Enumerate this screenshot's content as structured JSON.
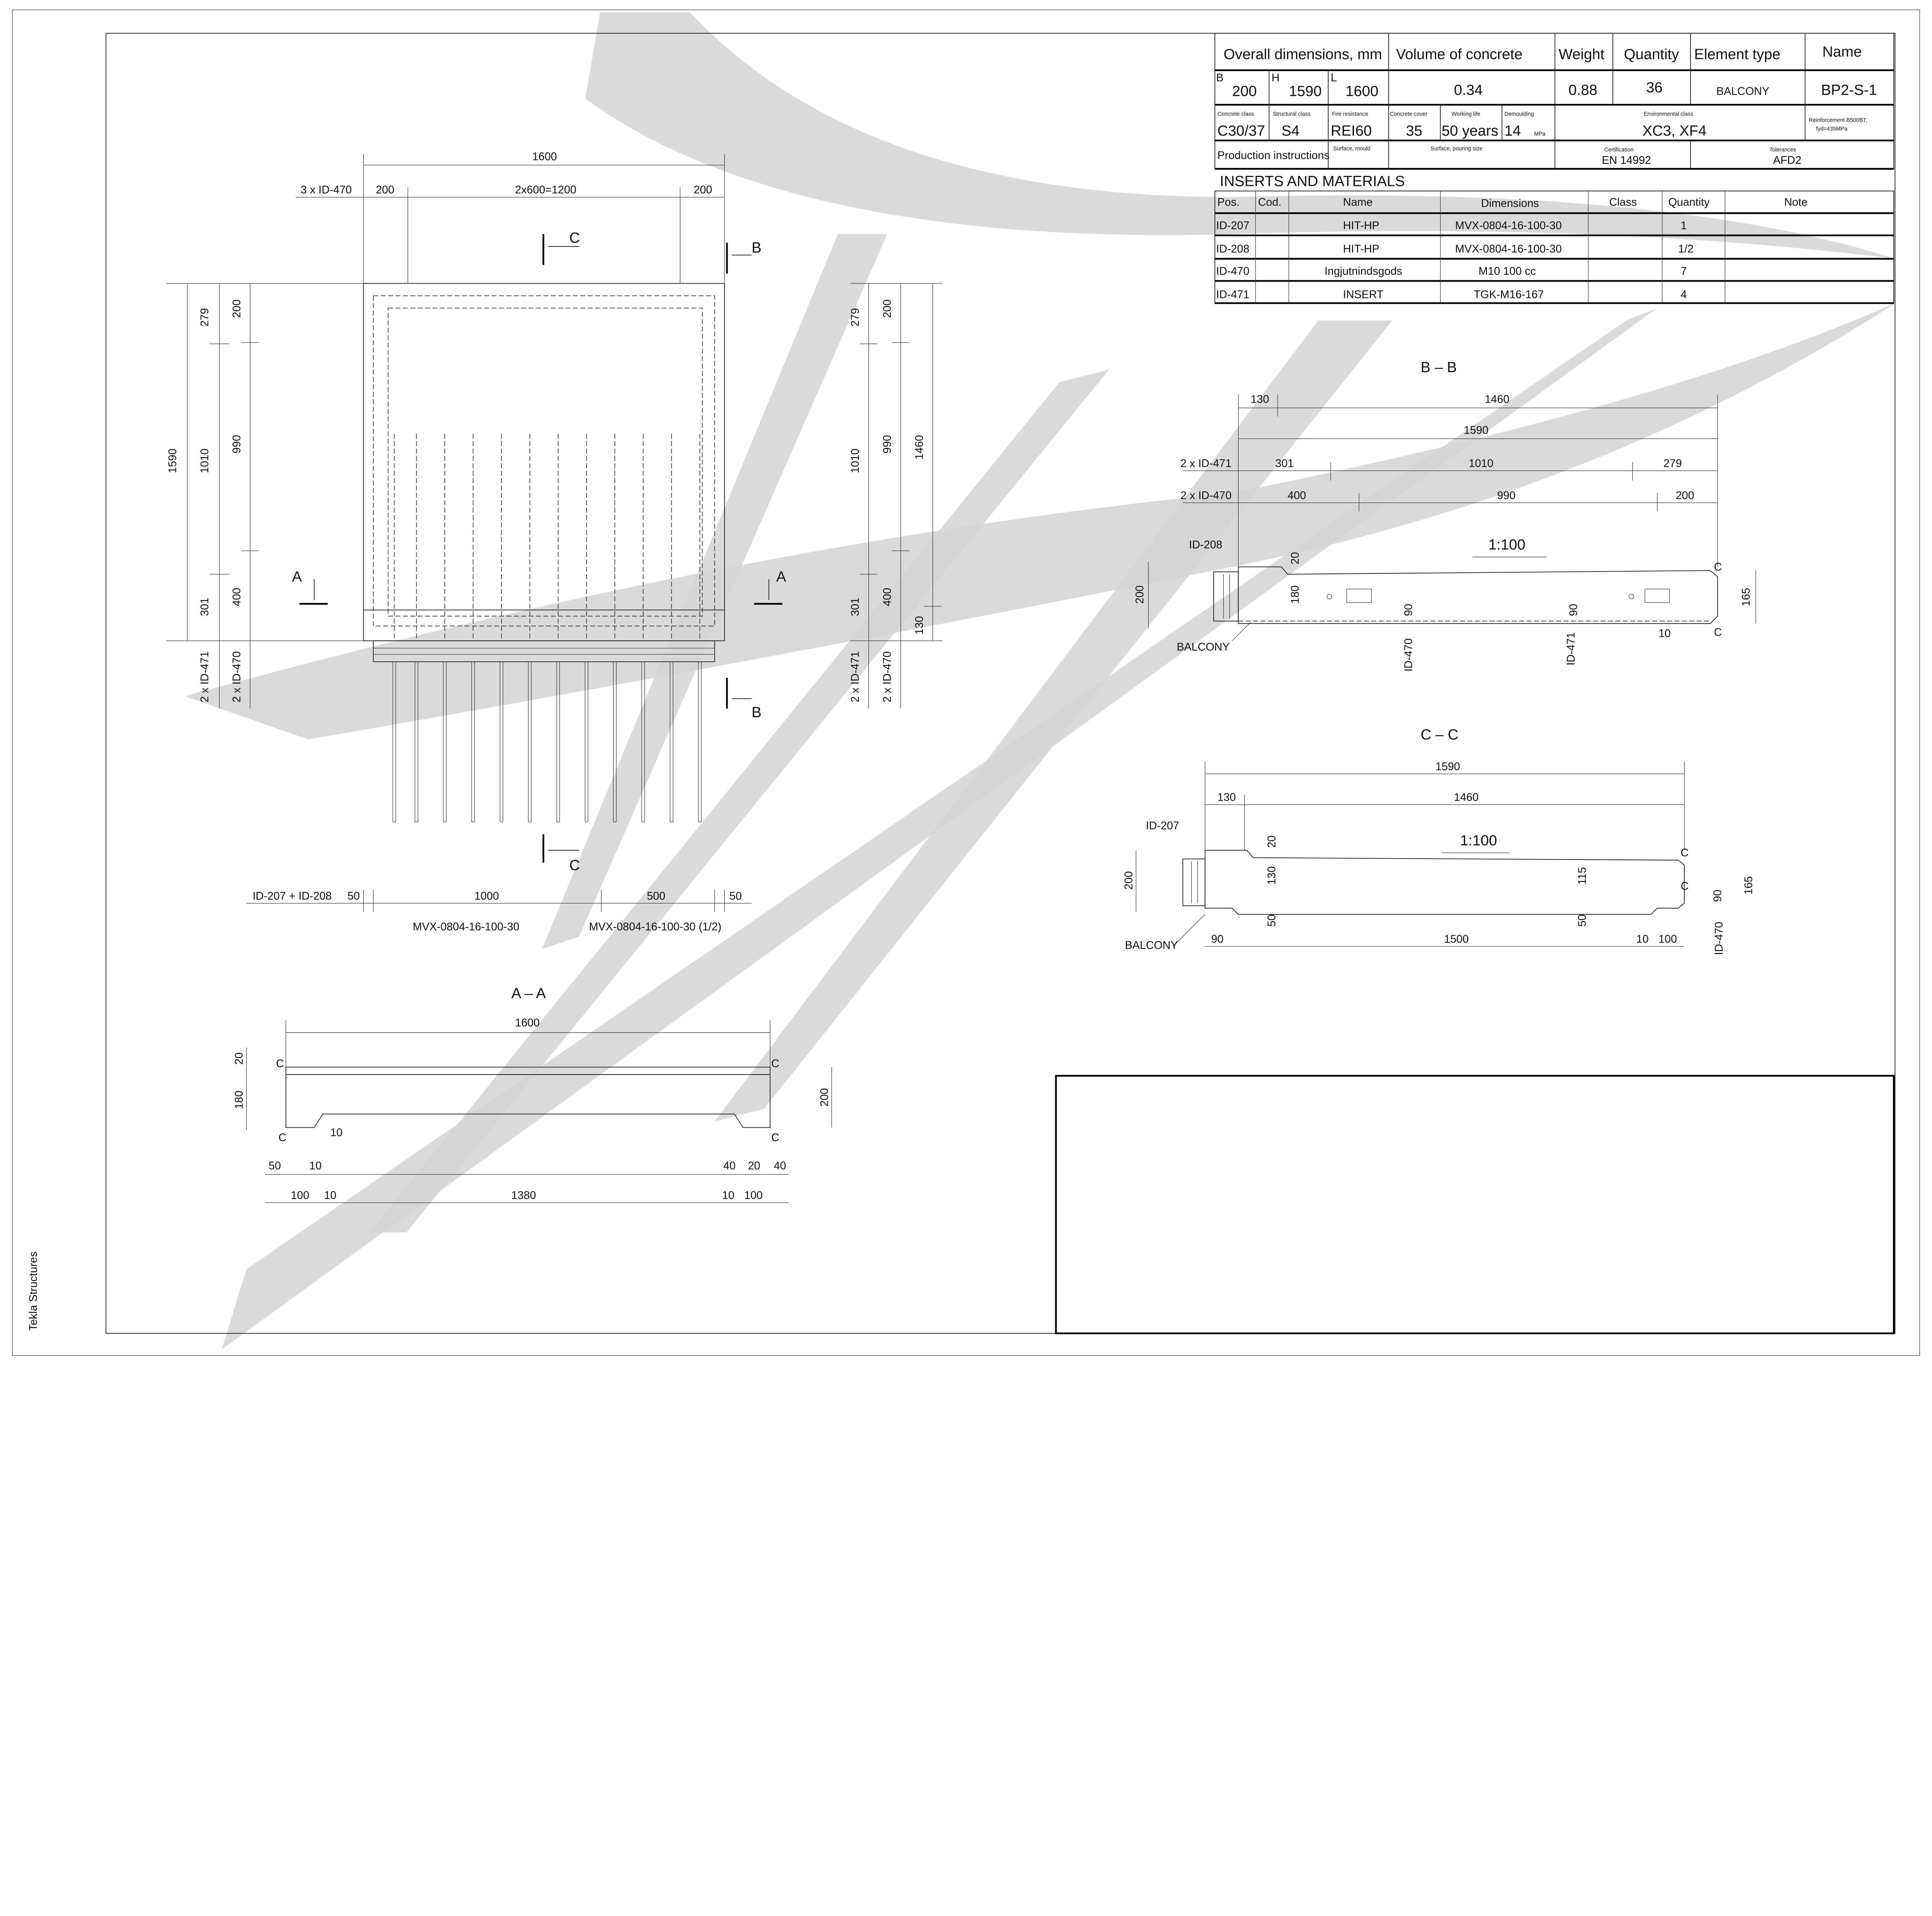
{
  "side_label": "Tekla Structures",
  "title_table": {
    "headers": [
      "Overall dimensions, mm",
      "Volume of concrete",
      "Weight",
      "Quantity",
      "Element type",
      "Name"
    ],
    "dims": {
      "b_label": "B",
      "b": "200",
      "h_label": "H",
      "h": "1590",
      "l_label": "L",
      "l": "1600"
    },
    "volume": "0.34",
    "weight": "0.88",
    "quantity": "36",
    "element_type": "BALCONY",
    "name": "BP2-S-1",
    "props": [
      {
        "label": "Concrete class",
        "value": "C30/37"
      },
      {
        "label": "Structural class",
        "value": "S4"
      },
      {
        "label": "Fire resistance",
        "value": "REI60"
      },
      {
        "label": "Concrete cover",
        "value": "35"
      },
      {
        "label": "Working life",
        "value": "50 years"
      },
      {
        "label": "Demoulding",
        "value": "14",
        "unit": "MPa"
      },
      {
        "label": "Environmental class",
        "value": "XC3, XF4"
      }
    ],
    "reinforcement": [
      "Reinforcement B500BT,",
      "fyd=435MPa"
    ],
    "production_instructions": "Production instructions",
    "surface_mould": "Surface, mould",
    "surface_pouring": "Surface, pouring size",
    "certification_label": "Certification",
    "certification": "EN 14992",
    "tolerances_label": "Tolerances",
    "tolerances": "AFD2"
  },
  "inserts": {
    "title": "INSERTS AND MATERIALS",
    "columns": [
      "Pos.",
      "Cod.",
      "Name",
      "Dimensions",
      "Class",
      "Quantity",
      "Note"
    ],
    "rows": [
      {
        "pos": "ID-207",
        "cod": "",
        "name": "HIT-HP",
        "dimensions": "MVX-0804-16-100-30",
        "class": "",
        "quantity": "1",
        "note": ""
      },
      {
        "pos": "ID-208",
        "cod": "",
        "name": "HIT-HP",
        "dimensions": "MVX-0804-16-100-30",
        "class": "",
        "quantity": "1/2",
        "note": ""
      },
      {
        "pos": "ID-470",
        "cod": "",
        "name": "Ingjutnindsgods",
        "dimensions": "M10 100 cc",
        "class": "",
        "quantity": "7",
        "note": ""
      },
      {
        "pos": "ID-471",
        "cod": "",
        "name": "INSERT",
        "dimensions": "TGK-M16-167",
        "class": "",
        "quantity": "4",
        "note": ""
      }
    ]
  },
  "front_view": {
    "top": {
      "total": "1600",
      "insert": "3 x ID-470",
      "a": "200",
      "mid": "2x600=1200",
      "b": "200"
    },
    "left": {
      "total": "1590",
      "d1010": "1010",
      "d279": "279",
      "d301": "301",
      "d200": "200",
      "d990": "990",
      "d400": "400",
      "ins471": "2 x ID-471",
      "ins470": "2 x ID-470"
    },
    "right": {
      "d279": "279",
      "d1010": "1010",
      "d301": "301",
      "d200": "200",
      "d990": "990",
      "d400": "400",
      "d1460": "1460",
      "d130": "130",
      "ins471": "2 x ID-471",
      "ins470": "2 x ID-470"
    },
    "marks": {
      "c": "C",
      "b": "B",
      "a": "A"
    },
    "bottom": {
      "inserts": "ID-207 + ID-208",
      "d50a": "50",
      "d1000": "1000",
      "d500": "500",
      "d50b": "50",
      "type1": "MVX-0804-16-100-30",
      "type2": "MVX-0804-16-100-30 (1/2)"
    }
  },
  "section_aa": {
    "title": "A – A",
    "total": "1600",
    "d20": "20",
    "d180": "180",
    "d200": "200",
    "c": "C",
    "row1": [
      "50",
      "10",
      "40",
      "20",
      "40"
    ],
    "row2": [
      "100",
      "10",
      "1380",
      "10",
      "100"
    ],
    "d10": "10"
  },
  "section_bb": {
    "title": "B – B",
    "d130": "130",
    "d1460": "1460",
    "d1590": "1590",
    "ins471": "2 x ID-471",
    "d301": "301",
    "d1010": "1010",
    "d279": "279",
    "ins470": "2 x ID-470",
    "d400": "400",
    "d990": "990",
    "d200b": "200",
    "id208": "ID-208",
    "slope": "1:100",
    "d200": "200",
    "d20": "20",
    "d180": "180",
    "d90a": "90",
    "d90b": "90",
    "d10": "10",
    "d165": "165",
    "balcony": "BALCONY",
    "id470": "ID-470",
    "id471": "ID-471",
    "c": "C"
  },
  "section_cc": {
    "title": "C – C",
    "d1590": "1590",
    "d130": "130",
    "d1460": "1460",
    "id207": "ID-207",
    "slope": "1:100",
    "d200": "200",
    "d20": "20",
    "d130b": "130",
    "d50a": "50",
    "d115": "115",
    "d50b": "50",
    "d90v": "90",
    "d165": "165",
    "balcony": "BALCONY",
    "d90": "90",
    "d1500": "1500",
    "d10": "10",
    "d100": "100",
    "id470": "ID-470",
    "c": "C"
  }
}
